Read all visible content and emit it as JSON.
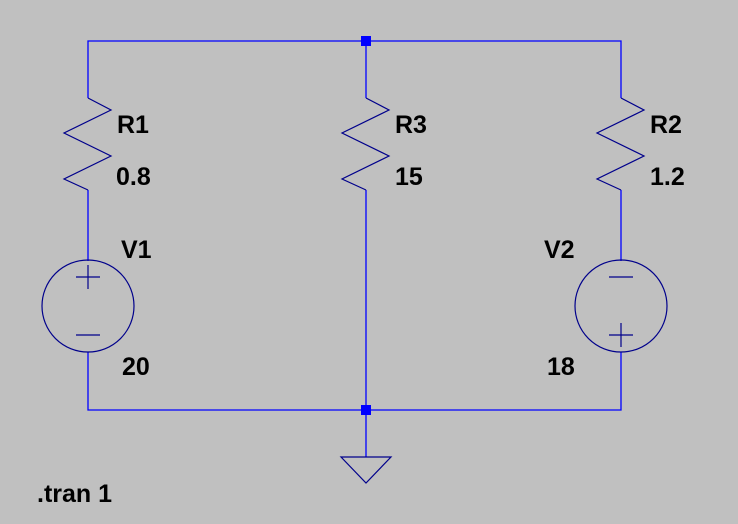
{
  "schematic": {
    "components": [
      {
        "ref": "R1",
        "type": "resistor",
        "value": "0.8"
      },
      {
        "ref": "R3",
        "type": "resistor",
        "value": "15"
      },
      {
        "ref": "R2",
        "type": "resistor",
        "value": "1.2"
      },
      {
        "ref": "V1",
        "type": "voltage-source",
        "value": "20"
      },
      {
        "ref": "V2",
        "type": "voltage-source",
        "value": "18"
      }
    ],
    "directive": ".tran 1"
  },
  "colors": {
    "background": "#c0c0c0",
    "wire": "#0000ff",
    "symbol": "#00008b",
    "text": "#000000"
  }
}
